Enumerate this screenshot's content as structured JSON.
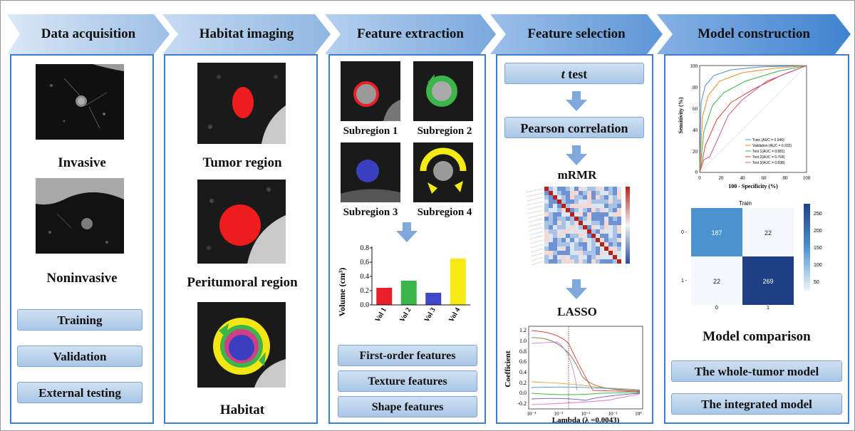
{
  "banners": {
    "data_acquisition": "Data acquisition",
    "habitat_imaging": "Habitat imaging",
    "feature_extraction": "Feature extraction",
    "feature_selection": "Feature selection",
    "model_construction": "Model  construction"
  },
  "data_acquisition": {
    "invasive": "Invasive",
    "noninvasive": "Noninvasive",
    "training": "Training",
    "validation": "Validation",
    "external_testing": "External testing"
  },
  "habitat_imaging": {
    "tumor_region": "Tumor region",
    "peritumoral_region": "Peritumoral region",
    "habitat": "Habitat"
  },
  "feature_extraction": {
    "subregions": [
      "Subregion 1",
      "Subregion 2",
      "Subregion 3",
      "Subregion 4"
    ],
    "first_order": "First-order features",
    "texture": "Texture features",
    "shape": "Shape features"
  },
  "feature_selection": {
    "t_test_italic": "t",
    "t_test_rest": " test",
    "pearson": "Pearson correlation",
    "mrmr": "mRMR",
    "lasso": "LASSO",
    "lasso_ylabel": "Coefficient",
    "lasso_xlabel": "Lambda (λ =0.0043)",
    "lasso_yticks": [
      "1.2",
      "1.0",
      "0.8",
      "0.6",
      "0.4",
      "0.2",
      "0.0",
      "-0.2"
    ],
    "lasso_xticks": [
      "10⁻⁴",
      "10⁻³",
      "10⁻²",
      "10⁻¹",
      "10⁰"
    ]
  },
  "model_construction": {
    "roc_ylabel": "Sensitivity (%)",
    "roc_xlabel": "100 - Specificity (%)",
    "roc_ticks": [
      "0",
      "20",
      "40",
      "60",
      "80",
      "100"
    ],
    "roc_legend": [
      "Train (AUC = 0.946)",
      "Validation (AUC = 0.932)",
      "Test 1(AUC = 0.881)",
      "Test 2(AUC = 0.764)",
      "Test 3(AUC = 0.838)"
    ],
    "cm_title": "Train",
    "cm_cells": [
      "187",
      "22",
      "22",
      "269"
    ],
    "cm_row_labels": [
      "0 -",
      "1 -"
    ],
    "cm_col_labels": [
      "0",
      "1"
    ],
    "cm_colorbar_ticks": [
      "250",
      "200",
      "150",
      "100",
      "50"
    ],
    "model_comparison": "Model comparison",
    "whole_tumor": "The whole-tumor model",
    "integrated": "The integrated model"
  },
  "colors": {
    "banner_light": "#dbe8f6",
    "banner_dark": "#3f83cf",
    "panel_border": "#3d7fc9",
    "pill": "#b6cfeb",
    "arrow": "#7fa8dc",
    "tumor_red": "#ee1c1c"
  },
  "chart_data": [
    {
      "type": "bar",
      "categories": [
        "Vol 1",
        "Vol 2",
        "Vol 3",
        "Vol 4"
      ],
      "values": [
        0.24,
        0.34,
        0.17,
        0.65
      ],
      "colors": [
        "#e8202a",
        "#3cb54a",
        "#4048c9",
        "#f5ea14"
      ],
      "ylabel": "Volume (cm³)",
      "ylim": [
        0,
        0.8
      ],
      "yticks": [
        "0.0",
        "0.2",
        "0.4",
        "0.6",
        "0.8"
      ]
    }
  ]
}
